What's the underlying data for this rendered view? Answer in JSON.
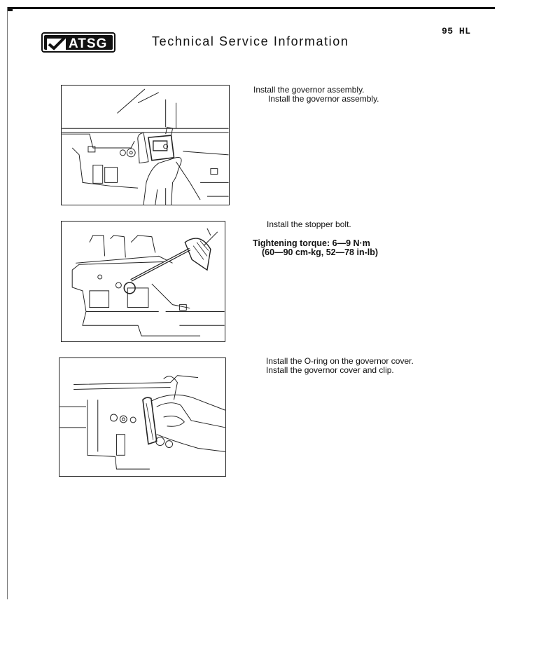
{
  "header": {
    "logo_text": "ATSG",
    "title": "Technical Service Information",
    "page_id": "95 HL"
  },
  "steps": [
    {
      "lines": [
        "Install the governor assembly.",
        "Install the governor assembly."
      ]
    },
    {
      "lines": [
        "Install the stopper bolt."
      ],
      "torque": {
        "label": "Tightening torque: 6—9 N·m",
        "detail": "(60—90 cm-kg, 52—78 in-lb)"
      }
    },
    {
      "lines": [
        "Install the O-ring on the governor cover.",
        "Install the governor cover and clip."
      ]
    }
  ],
  "colors": {
    "ink": "#111111",
    "paper": "#ffffff"
  }
}
